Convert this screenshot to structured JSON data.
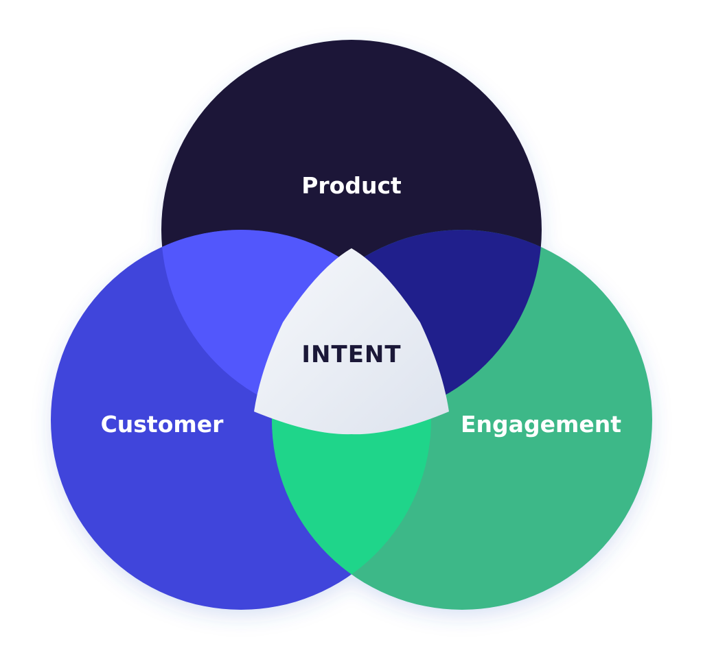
{
  "diagram": {
    "center": {
      "label": "INTENT",
      "color": "#eef1f7",
      "text_color": "#1b1838"
    },
    "circles": [
      {
        "id": "product",
        "label": "Product",
        "color": "#1b1737"
      },
      {
        "id": "customer",
        "label": "Customer",
        "color": "#3f44db"
      },
      {
        "id": "engagement",
        "label": "Engagement",
        "color": "#3cb888"
      }
    ],
    "overlaps": {
      "product_customer": "#5257fc",
      "product_engagement": "#201f8c",
      "customer_engagement": "#1fd58a"
    }
  }
}
